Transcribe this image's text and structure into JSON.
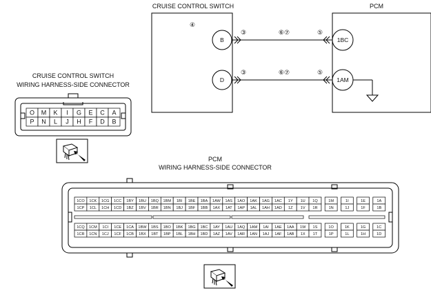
{
  "switch": {
    "title": "CRUISE CONTROL SWITCH",
    "marker": "④",
    "pins": [
      "B",
      "D"
    ]
  },
  "pcm": {
    "title": "PCM",
    "pins": [
      "1BC",
      "1AM"
    ]
  },
  "wire_markers": {
    "left": "③",
    "mid": "⑥⑦",
    "right": "⑤"
  },
  "switch_connector": {
    "title_line1": "CRUISE CONTROL SWITCH",
    "title_line2": "WIRING HARNESS-SIDE CONNECTOR",
    "row1": [
      "O",
      "M",
      "K",
      "I",
      "G",
      "E",
      "C",
      "A"
    ],
    "row2": [
      "P",
      "N",
      "L",
      "J",
      "H",
      "F",
      "D",
      "B"
    ]
  },
  "pcm_connector": {
    "title_line1": "PCM",
    "title_line2": "WIRING HARNESS-SIDE CONNECTOR",
    "upper_left_row1": [
      "1CO",
      "1CK",
      "1CG",
      "1CC",
      "1BY",
      "1BU",
      "1BQ",
      "1BM",
      "1BI",
      "1BE",
      "1BA",
      "1AW",
      "1AS",
      "1AO",
      "1AK",
      "1AG",
      "1AC",
      "1Y",
      "1U"
    ],
    "upper_left_row2": [
      "1CP",
      "1CL",
      "1CH",
      "1CD",
      "1BZ",
      "1BV",
      "1BR",
      "1BN",
      "1BJ",
      "1BF",
      "1BB",
      "1AX",
      "1AT",
      "1AP",
      "1AL",
      "1AH",
      "1AD",
      "1Z",
      "1V"
    ],
    "upper_right_row1": [
      "1Q",
      "1M",
      "1I",
      "1E",
      "1A"
    ],
    "upper_right_row2": [
      "1R",
      "1N",
      "1J",
      "1F",
      "1B"
    ],
    "lower_left_row1": [
      "1CQ",
      "1CM",
      "1CI",
      "1CE",
      "1CA",
      "1BW",
      "1BS",
      "1BO",
      "1BK",
      "1BG",
      "1BC",
      "1AY",
      "1AU",
      "1AQ",
      "1AM",
      "1AI",
      "1AE",
      "1AA",
      "1W"
    ],
    "lower_left_row2": [
      "1CR",
      "1CN",
      "1CJ",
      "1CF",
      "1CB",
      "1BX",
      "1BT",
      "1BP",
      "1BL",
      "1BH",
      "1BD",
      "1AZ",
      "1AV",
      "1AR",
      "1AN",
      "1AJ",
      "1AF",
      "1AB",
      "1X"
    ],
    "lower_right_row1": [
      "1S",
      "1O",
      "1K",
      "1G",
      "1C"
    ],
    "lower_right_row2": [
      "1T",
      "1P",
      "1L",
      "1H",
      "1D"
    ]
  }
}
